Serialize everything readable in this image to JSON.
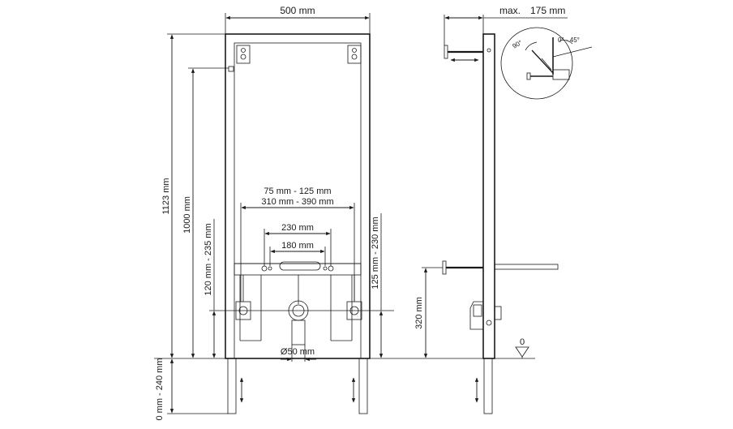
{
  "front_view": {
    "width_label": "500 mm",
    "height_total_label": "1123 mm",
    "height_1000_label": "1000 mm",
    "height_range_left_label": "120 mm - 235 mm",
    "height_range_right_label": "125 mm - 230 mm",
    "spacing_top_label": "75 mm - 125 mm",
    "spacing_bottom_label": "310 mm - 390 mm",
    "width_230_label": "230 mm",
    "width_180_label": "180 mm",
    "drain_label": "Ø50 mm",
    "leg_range_label": "0 mm - 240 mm"
  },
  "side_view": {
    "max_label": "max.",
    "max_value_label": "175 mm",
    "height_320_label": "320 mm",
    "floor_label": "0",
    "angle_90_label": "90°",
    "angle_range_label": "0° - 45°"
  },
  "colors": {
    "line": "#1a1a1a",
    "background": "#ffffff"
  }
}
